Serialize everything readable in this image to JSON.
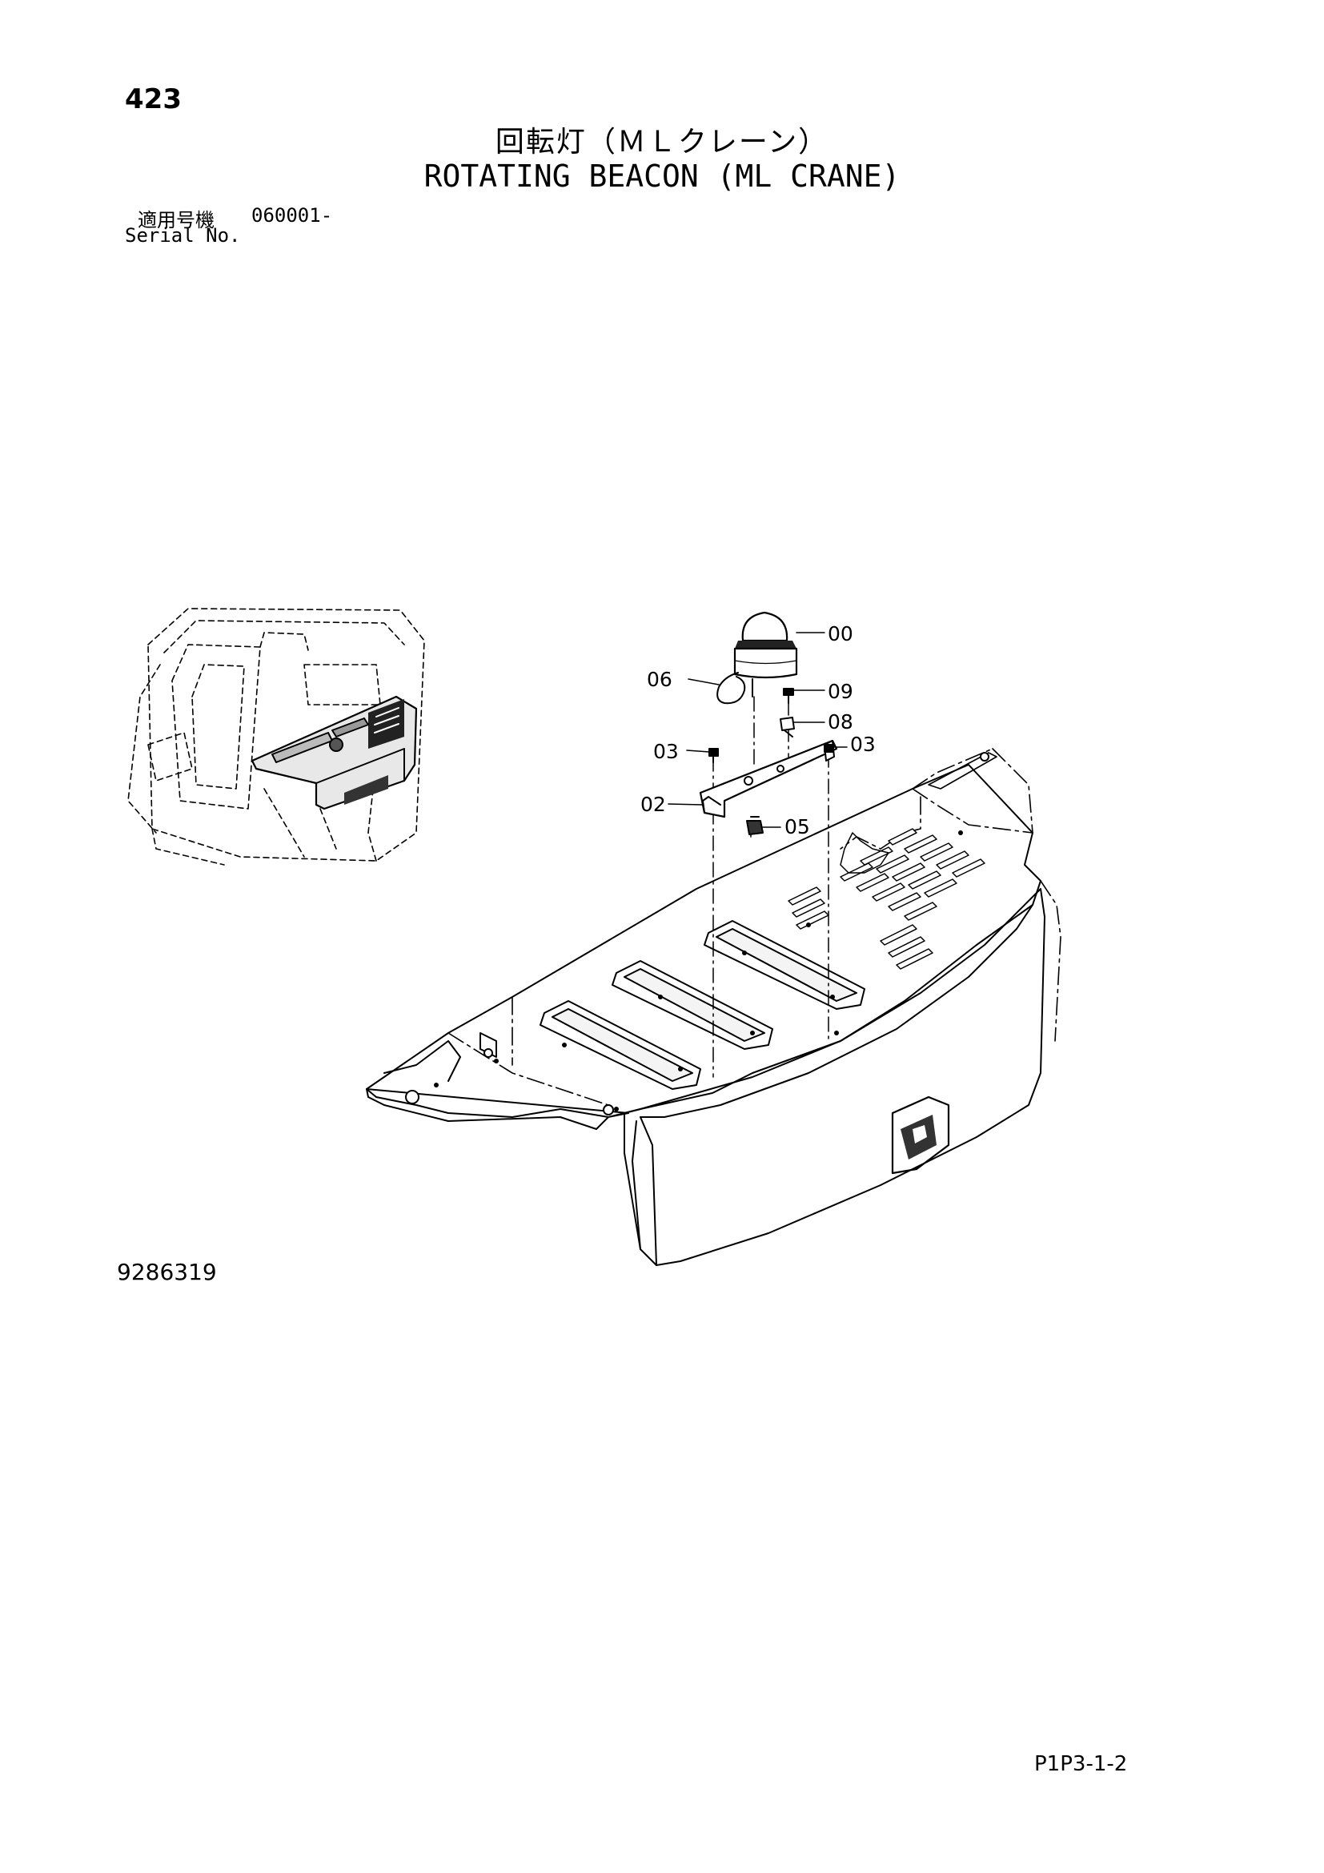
{
  "header": {
    "page_number": "423",
    "title_jp": "回転灯（ＭＬクレーン）",
    "title_en": "ROTATING BEACON (ML CRANE)",
    "serial_label_jp": "適用号機",
    "serial_value": "060001-",
    "serial_label_en": "Serial No."
  },
  "diagram": {
    "callouts": [
      {
        "id": "00",
        "part": "rotating-beacon"
      },
      {
        "id": "06",
        "part": "beacon-cable"
      },
      {
        "id": "09",
        "part": "screw-top"
      },
      {
        "id": "08",
        "part": "clip"
      },
      {
        "id": "03",
        "part": "bolt-left"
      },
      {
        "id": "03",
        "part": "bolt-right"
      },
      {
        "id": "02",
        "part": "mounting-bracket"
      },
      {
        "id": "05",
        "part": "nut"
      }
    ]
  },
  "footer": {
    "drawing_number": "9286319",
    "sheet_code": "P1P3-1-2"
  }
}
